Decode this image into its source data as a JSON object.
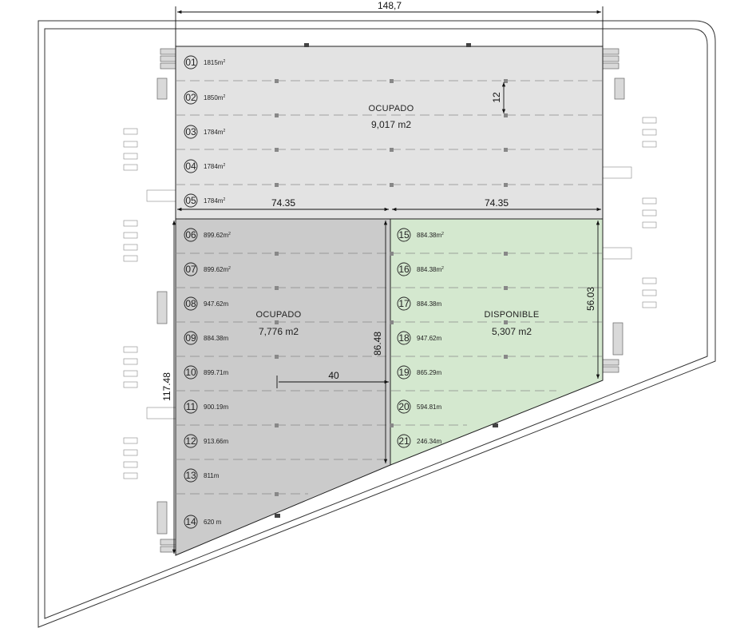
{
  "colors": {
    "occupied_light": "#e3e3e3",
    "occupied_dark": "#cbcbcb",
    "available": "#d4e8cf",
    "line": "#222222",
    "dash": "#8a8a8a"
  },
  "dimensions": {
    "total_width": "148,7",
    "left_width": "74.35",
    "right_width": "74.35",
    "bay_height": "12",
    "left_height": "117.48",
    "middle_height": "86.48",
    "right_height": "56.03",
    "inner_length": "40"
  },
  "zones": {
    "upper": {
      "label": "OCUPADO",
      "area": "9,017 m2",
      "color": "#e3e3e3"
    },
    "lower_left": {
      "label": "OCUPADO",
      "area": "7,776 m2",
      "color": "#cbcbcb"
    },
    "lower_right": {
      "label": "DISPONIBLE",
      "area": "5,307 m2",
      "color": "#d4e8cf"
    }
  },
  "units": [
    {
      "num": "01",
      "area": "1815m",
      "sup": "2"
    },
    {
      "num": "02",
      "area": "1850m",
      "sup": "2"
    },
    {
      "num": "03",
      "area": "1784m",
      "sup": "2"
    },
    {
      "num": "04",
      "area": "1784m",
      "sup": "2"
    },
    {
      "num": "05",
      "area": "1784m",
      "sup": "2"
    },
    {
      "num": "06",
      "area": "899.62m",
      "sup": "2"
    },
    {
      "num": "07",
      "area": "899.62m",
      "sup": "2"
    },
    {
      "num": "08",
      "area": "947.62m",
      "sup": ""
    },
    {
      "num": "09",
      "area": "884.38m",
      "sup": ""
    },
    {
      "num": "10",
      "area": "899.71m",
      "sup": ""
    },
    {
      "num": "11",
      "area": "900.19m",
      "sup": ""
    },
    {
      "num": "12",
      "area": "913.66m",
      "sup": ""
    },
    {
      "num": "13",
      "area": "811m",
      "sup": ""
    },
    {
      "num": "14",
      "area": "620 m",
      "sup": ""
    },
    {
      "num": "15",
      "area": "884.38m",
      "sup": "2"
    },
    {
      "num": "16",
      "area": "884.38m",
      "sup": "2"
    },
    {
      "num": "17",
      "area": "884.38m",
      "sup": ""
    },
    {
      "num": "18",
      "area": "947.62m",
      "sup": ""
    },
    {
      "num": "19",
      "area": "865.29m",
      "sup": ""
    },
    {
      "num": "20",
      "area": "594.81m",
      "sup": ""
    },
    {
      "num": "21",
      "area": "246.34m",
      "sup": ""
    }
  ]
}
